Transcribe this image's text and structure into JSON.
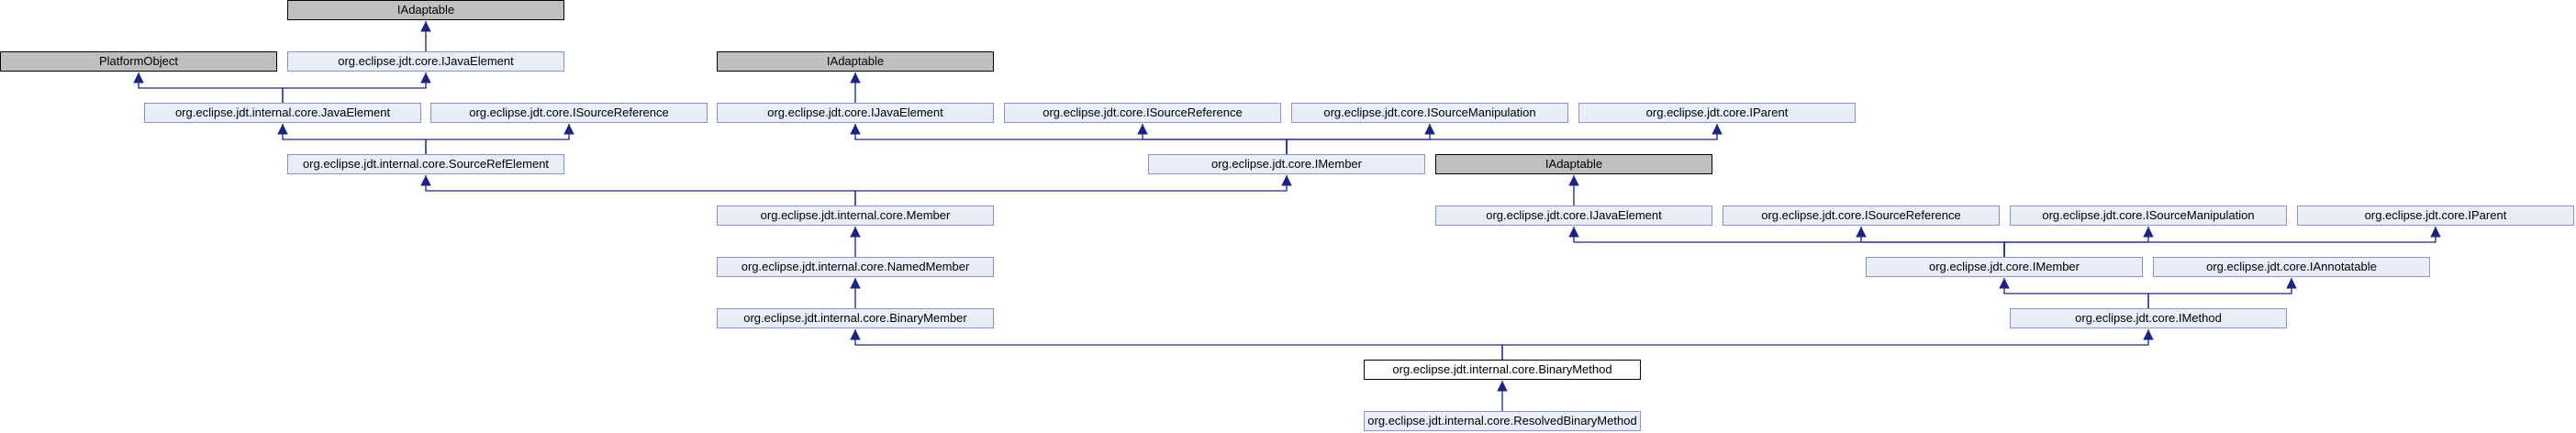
{
  "nodes": [
    {
      "id": "iadaptable_a",
      "label": "IAdaptable",
      "style": "gray"
    },
    {
      "id": "platform_object",
      "label": "PlatformObject",
      "style": "gray"
    },
    {
      "id": "ijavaelement_a",
      "label": "org.eclipse.jdt.core.IJavaElement",
      "style": "blue"
    },
    {
      "id": "iadaptable_b",
      "label": "IAdaptable",
      "style": "gray"
    },
    {
      "id": "java_element",
      "label": "org.eclipse.jdt.internal.core.JavaElement",
      "style": "blue"
    },
    {
      "id": "isourcereference_a",
      "label": "org.eclipse.jdt.core.ISourceReference",
      "style": "blue"
    },
    {
      "id": "ijavaelement_b",
      "label": "org.eclipse.jdt.core.IJavaElement",
      "style": "blue"
    },
    {
      "id": "isourcereference_b",
      "label": "org.eclipse.jdt.core.ISourceReference",
      "style": "blue"
    },
    {
      "id": "isourcemanipulation_a",
      "label": "org.eclipse.jdt.core.ISourceManipulation",
      "style": "blue"
    },
    {
      "id": "iparent_a",
      "label": "org.eclipse.jdt.core.IParent",
      "style": "blue"
    },
    {
      "id": "source_ref_element",
      "label": "org.eclipse.jdt.internal.core.SourceRefElement",
      "style": "blue"
    },
    {
      "id": "imember_a",
      "label": "org.eclipse.jdt.core.IMember",
      "style": "blue"
    },
    {
      "id": "iadaptable_c",
      "label": "IAdaptable",
      "style": "gray"
    },
    {
      "id": "member",
      "label": "org.eclipse.jdt.internal.core.Member",
      "style": "blue"
    },
    {
      "id": "ijavaelement_c",
      "label": "org.eclipse.jdt.core.IJavaElement",
      "style": "blue"
    },
    {
      "id": "isourcereference_c",
      "label": "org.eclipse.jdt.core.ISourceReference",
      "style": "blue"
    },
    {
      "id": "isourcemanipulation_b",
      "label": "org.eclipse.jdt.core.ISourceManipulation",
      "style": "blue"
    },
    {
      "id": "iparent_b",
      "label": "org.eclipse.jdt.core.IParent",
      "style": "blue"
    },
    {
      "id": "named_member",
      "label": "org.eclipse.jdt.internal.core.NamedMember",
      "style": "blue"
    },
    {
      "id": "imember_b",
      "label": "org.eclipse.jdt.core.IMember",
      "style": "blue"
    },
    {
      "id": "iannotatable",
      "label": "org.eclipse.jdt.core.IAnnotatable",
      "style": "blue"
    },
    {
      "id": "binary_member",
      "label": "org.eclipse.jdt.internal.core.BinaryMember",
      "style": "blue"
    },
    {
      "id": "imethod",
      "label": "org.eclipse.jdt.core.IMethod",
      "style": "blue"
    },
    {
      "id": "binary_method",
      "label": "org.eclipse.jdt.internal.core.BinaryMethod",
      "style": "self"
    },
    {
      "id": "resolved_binary_method",
      "label": "org.eclipse.jdt.internal.core.ResolvedBinaryMethod",
      "style": "blue"
    }
  ],
  "edges": [
    {
      "from": "ijavaelement_a",
      "to": "iadaptable_a"
    },
    {
      "from": "java_element",
      "to": "platform_object"
    },
    {
      "from": "java_element",
      "to": "ijavaelement_a"
    },
    {
      "from": "source_ref_element",
      "to": "java_element"
    },
    {
      "from": "source_ref_element",
      "to": "isourcereference_a"
    },
    {
      "from": "ijavaelement_b",
      "to": "iadaptable_b"
    },
    {
      "from": "imember_a",
      "to": "ijavaelement_b"
    },
    {
      "from": "imember_a",
      "to": "isourcereference_b"
    },
    {
      "from": "imember_a",
      "to": "isourcemanipulation_a"
    },
    {
      "from": "imember_a",
      "to": "iparent_a"
    },
    {
      "from": "member",
      "to": "source_ref_element"
    },
    {
      "from": "member",
      "to": "imember_a"
    },
    {
      "from": "named_member",
      "to": "member"
    },
    {
      "from": "binary_member",
      "to": "named_member"
    },
    {
      "from": "ijavaelement_c",
      "to": "iadaptable_c"
    },
    {
      "from": "imember_b",
      "to": "ijavaelement_c"
    },
    {
      "from": "imember_b",
      "to": "isourcereference_c"
    },
    {
      "from": "imember_b",
      "to": "isourcemanipulation_b"
    },
    {
      "from": "imember_b",
      "to": "iparent_b"
    },
    {
      "from": "imethod",
      "to": "imember_b"
    },
    {
      "from": "imethod",
      "to": "iannotatable"
    },
    {
      "from": "binary_method",
      "to": "binary_member"
    },
    {
      "from": "binary_method",
      "to": "imethod"
    },
    {
      "from": "resolved_binary_method",
      "to": "binary_method"
    }
  ],
  "colors": {
    "edge": "#1a237e",
    "node_fill": "#e8edf8",
    "node_border": "#8a96c8",
    "external_fill": "#bfbfbf",
    "self_fill": "#ffffff"
  }
}
